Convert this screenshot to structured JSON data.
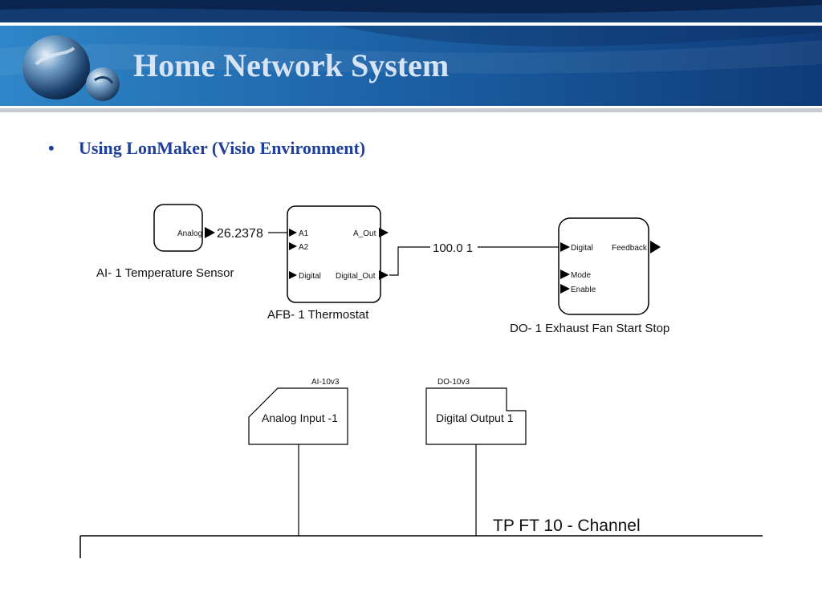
{
  "slide": {
    "title": "Home Network System",
    "bullet": "•",
    "bullet_text": "Using LonMaker (Visio Environment)"
  },
  "colors": {
    "header_dark": "#0b2550",
    "header_mid": "#1a63a8",
    "header_light": "#3a8fd0",
    "title_text": "#d6e4f6",
    "bullet_text": "#1f3f99"
  },
  "diagram": {
    "sensor": {
      "caption": "AI- 1 Temperature Sensor",
      "port": "Analog",
      "value": "26.2378"
    },
    "thermostat": {
      "caption": "AFB- 1 Thermostat",
      "in_ports": [
        "A1",
        "A2",
        "Digital"
      ],
      "out_ports": [
        "A_Out",
        "Digital_Out"
      ]
    },
    "link_value": "100.0 1",
    "fan": {
      "caption": "DO- 1 Exhaust Fan Start Stop",
      "in_ports": [
        "Digital",
        "Mode",
        "Enable"
      ],
      "out_port": "Feedback"
    },
    "analog_input": {
      "tag": "AI-10v3",
      "label": "Analog Input -1"
    },
    "digital_output": {
      "tag": "DO-10v3",
      "label": "Digital Output 1"
    },
    "channel_label": "TP FT 10 - Channel"
  }
}
